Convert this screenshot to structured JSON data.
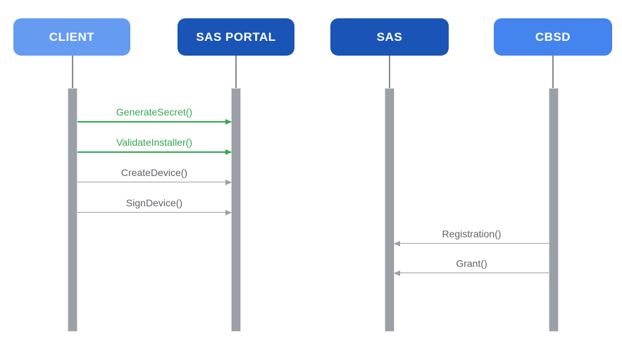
{
  "diagram": {
    "type": "sequence-diagram",
    "background": "#ffffff",
    "actors": [
      {
        "label": "CLIENT",
        "color": "#669bf2",
        "text_color": "#ffffff"
      },
      {
        "label": "SAS PORTAL",
        "color": "#1a54b6",
        "text_color": "#ffffff"
      },
      {
        "label": "SAS",
        "color": "#1a54b6",
        "text_color": "#ffffff"
      },
      {
        "label": "CBSD",
        "color": "#4384ee",
        "text_color": "#ffffff"
      }
    ],
    "messages": [
      {
        "label": "GenerateSecret()",
        "from": "CLIENT",
        "to": "SAS PORTAL",
        "direction": "right",
        "color": "#34a853"
      },
      {
        "label": "ValidateInstaller()",
        "from": "CLIENT",
        "to": "SAS PORTAL",
        "direction": "right",
        "color": "#34a853"
      },
      {
        "label": "CreateDevice()",
        "from": "CLIENT",
        "to": "SAS PORTAL",
        "direction": "right",
        "color": "#9aa0a6"
      },
      {
        "label": "SignDevice()",
        "from": "CLIENT",
        "to": "SAS PORTAL",
        "direction": "right",
        "color": "#9aa0a6"
      },
      {
        "label": "Registration()",
        "from": "CBSD",
        "to": "SAS",
        "direction": "left",
        "color": "#9aa0a6"
      },
      {
        "label": "Grant()",
        "from": "CBSD",
        "to": "SAS",
        "direction": "left",
        "color": "#9aa0a6"
      }
    ],
    "colors": {
      "message_green": "#34a853",
      "message_gray_line": "#9aa0a6",
      "message_gray_text": "#5f6368",
      "activation_bar": "#9aa0a6",
      "lifeline": "#84898f"
    }
  }
}
